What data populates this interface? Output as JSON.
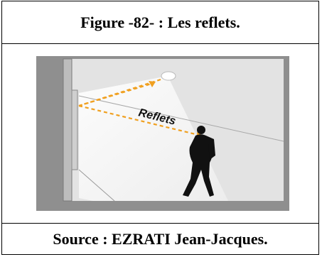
{
  "figure": {
    "title": "Figure -82- : Les reflets.",
    "label": "Reflets",
    "source": "Source : EZRATI Jean-Jacques."
  },
  "colors": {
    "wall_gray": "#8f8f8f",
    "room_light": "#e6e6e6",
    "beam": "#f7f7f7",
    "arrow": "#f0a020",
    "silhouette": "#111111"
  }
}
